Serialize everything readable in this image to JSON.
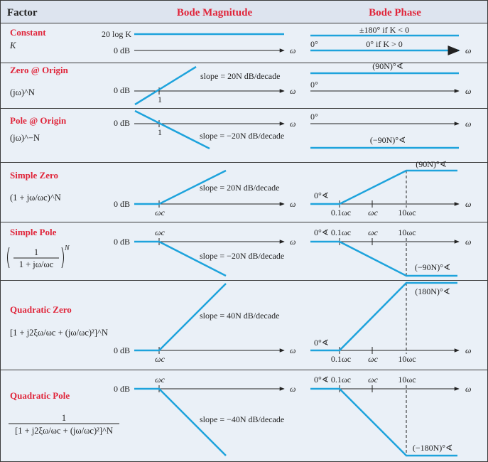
{
  "header": {
    "factor": "Factor",
    "magnitude": "Bode Magnitude",
    "phase": "Bode Phase"
  },
  "colors": {
    "header_bg": "#dde4ef",
    "row_bg": "#eaf0f7",
    "curve": "#1ea3dc",
    "title_red": "#e0253a",
    "border": "#3a3a3a"
  },
  "common": {
    "zero_db": "0 dB",
    "omega": "ω",
    "omega_c": "ωc",
    "zero_deg": "0°",
    "zero_deg_angle": "0°∢",
    "tenth_wc": "0.1ωc",
    "ten_wc": "10ωc"
  },
  "rows": [
    {
      "name": "Constant",
      "expr": "K",
      "mag_level": "20 log K",
      "phase_top": "±180° if K < 0",
      "phase_bottom": "0° if K > 0"
    },
    {
      "name": "Zero @ Origin",
      "expr": "(jω)^N",
      "mag_slope": "slope = 20N dB/decade",
      "mag_tick": "1",
      "phase_value": "(90N)°∢"
    },
    {
      "name": "Pole @ Origin",
      "expr": "(jω)^−N",
      "mag_slope": "slope = −20N dB/decade",
      "mag_tick": "1",
      "phase_value": "(−90N)°∢"
    },
    {
      "name": "Simple Zero",
      "expr": "(1 + jω/ωc)^N",
      "mag_slope": "slope = 20N dB/decade",
      "phase_value": "(90N)°∢"
    },
    {
      "name": "Simple Pole",
      "expr_num": "1",
      "expr_den": "1 + jω/ωc",
      "expr_pow": "N",
      "mag_slope": "slope = −20N dB/decade",
      "phase_value": "(−90N)°∢"
    },
    {
      "name": "Quadratic Zero",
      "expr": "[1 + j2ξω/ωc + (jω/ωc)²]^N",
      "mag_slope": "slope = 40N dB/decade",
      "phase_value": "(180N)°∢"
    },
    {
      "name": "Quadratic Pole",
      "expr_num": "1",
      "expr_den": "[1 + j2ξω/ωc + (jω/ωc)²]^N",
      "mag_slope": "slope = −40N dB/decade",
      "phase_value": "(−180N)°∢"
    }
  ]
}
